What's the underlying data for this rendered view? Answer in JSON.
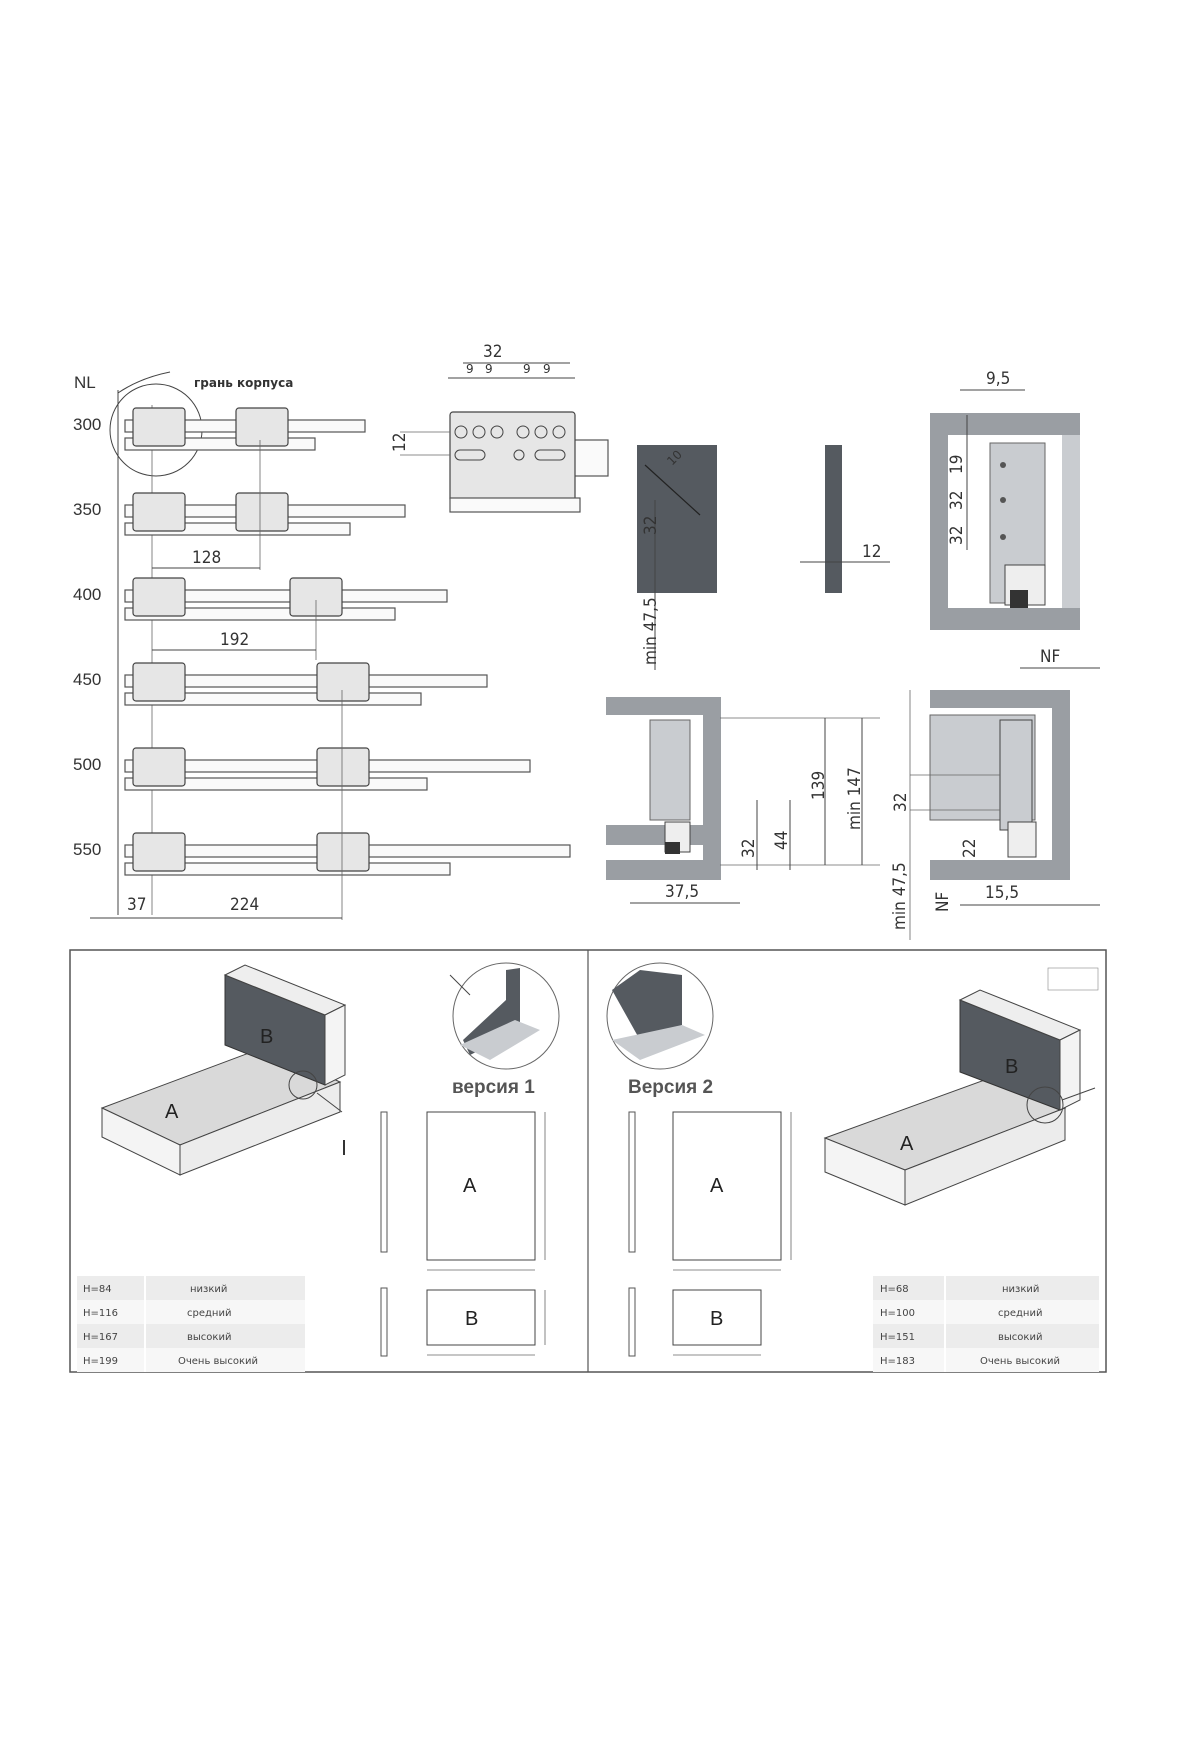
{
  "top_left": {
    "nl_label": "NL",
    "edge_label": "грань корпуса",
    "rows": [
      "300",
      "350",
      "400",
      "450",
      "500",
      "550"
    ],
    "dims": {
      "d128": "128",
      "d192": "192",
      "d37": "37",
      "d224": "224"
    }
  },
  "bracket_detail": {
    "d32": "32",
    "d9a": "9",
    "d9b": "9",
    "d9c": "9",
    "d9d": "9",
    "d12": "12"
  },
  "front_panel": {
    "d32": "32",
    "dmin": "min 47,5",
    "d10": "10"
  },
  "side_panel": {
    "d12": "12"
  },
  "cabinet_right": {
    "d95": "9,5",
    "d19": "19",
    "d32a": "32",
    "d32b": "32"
  },
  "section_left": {
    "d139": "139",
    "dmin147": "min 147",
    "d32": "32",
    "d44": "44",
    "d375": "37,5"
  },
  "section_right": {
    "nf_top": "NF",
    "d32": "32",
    "d22": "22",
    "dmin": "min 47,5",
    "nf_bottom": "NF",
    "d155": "15,5"
  },
  "version1": {
    "title": "версия 1",
    "panel_a": "A",
    "panel_b": "B",
    "iso_a": "A",
    "iso_b": "B",
    "table": [
      [
        "H=84",
        "низкий"
      ],
      [
        "H=116",
        "средний"
      ],
      [
        "H=167",
        "высокий"
      ],
      [
        "H=199",
        "Очень высокий"
      ]
    ]
  },
  "version2": {
    "title": "Версия 2",
    "panel_a": "A",
    "panel_b": "B",
    "iso_a": "A",
    "iso_b": "B",
    "table": [
      [
        "H=68",
        "низкий"
      ],
      [
        "H=100",
        "средний"
      ],
      [
        "H=151",
        "высокий"
      ],
      [
        "H=183",
        "Очень высокий"
      ]
    ]
  }
}
